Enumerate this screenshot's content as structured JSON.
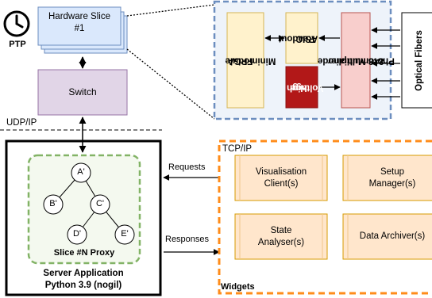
{
  "ptp": {
    "label": "PTP"
  },
  "hardware_slice": {
    "line1": "Hardware Slice",
    "line2": "#1"
  },
  "switch": {
    "label": "Switch"
  },
  "udp_ip": {
    "label": "UDP/IP"
  },
  "detector": {
    "fpga": {
      "line1": "FPGA",
      "line2": "Minimodule"
    },
    "readout": {
      "line1": "Readout",
      "line2": "ASIC"
    },
    "high_voltage": {
      "line1": "High",
      "line2": "Voltage"
    },
    "multianode": {
      "line1": "8×8 Multianode",
      "line2": "Photomultiplier"
    },
    "fibers": {
      "label": "Optical Fibers"
    }
  },
  "proxy": {
    "label": "Slice #N Proxy",
    "nodes": [
      "A'",
      "B'",
      "C'",
      "D'",
      "E'"
    ]
  },
  "server": {
    "line1": "Server Application",
    "line2": "Python 3.9 (nogil)"
  },
  "arrows": {
    "requests": "Requests",
    "responses": "Responses"
  },
  "tcp_ip": {
    "label": "TCP/IP"
  },
  "widgets": {
    "label": "Widgets",
    "items": [
      {
        "line1": "Visualisation",
        "line2": "Client(s)"
      },
      {
        "line1": "Setup",
        "line2": "Manager(s)"
      },
      {
        "line1": "State",
        "line2": "Analyser(s)"
      },
      {
        "line1": "Data Archiver(s)",
        "line2": ""
      }
    ]
  },
  "colors": {
    "slice_fill": "#dae8fc",
    "slice_stroke": "#6c8ebf",
    "switch_fill": "#e1d5e7",
    "switch_stroke": "#9673a6",
    "detector_stroke": "#6c8ebf",
    "detector_fill": "#eef3fa",
    "fpga_fill": "#fff2cc",
    "fpga_stroke": "#d6b656",
    "hv_fill": "#b21818",
    "pmt_fill": "#f8cecc",
    "pmt_stroke": "#b85450",
    "proxy_stroke": "#82b366",
    "proxy_fill": "#f4f9ef",
    "widgets_stroke": "#ff8c1a",
    "widget_fill": "#ffe6cc",
    "widget_stroke": "#d79b00"
  }
}
